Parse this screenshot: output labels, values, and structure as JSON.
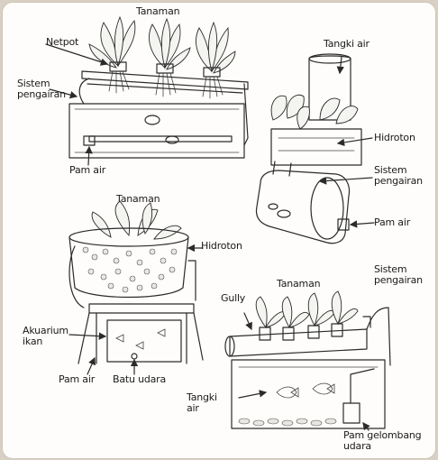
{
  "colors": {
    "background": "#fefdfb",
    "ink": "#2b2b2b",
    "frame": "#d8d0c4"
  },
  "labels": {
    "d1_tanaman": "Tanaman",
    "d1_netpot": "Netpot",
    "d1_sistem_pengairan": "Sistem\npengairan",
    "d1_pam_air": "Pam air",
    "d2_tangki_air": "Tangki air",
    "d2_hidroton": "Hidroton",
    "d2_sistem_pengairan": "Sistem\npengairan",
    "d2_pam_air": "Pam air",
    "d3_tanaman": "Tanaman",
    "d3_hidroton": "Hidroton",
    "d3_akuarium_ikan": "Akuarium\nikan",
    "d3_pam_air": "Pam air",
    "d3_batu_udara": "Batu udara",
    "d4_tanaman": "Tanaman",
    "d4_sistem_pengairan": "Sistem\npengairan",
    "d4_gully": "Gully",
    "d4_tangki_air": "Tangki\nair",
    "d4_pam_gelombang_udara": "Pam gelombang\nudara"
  }
}
